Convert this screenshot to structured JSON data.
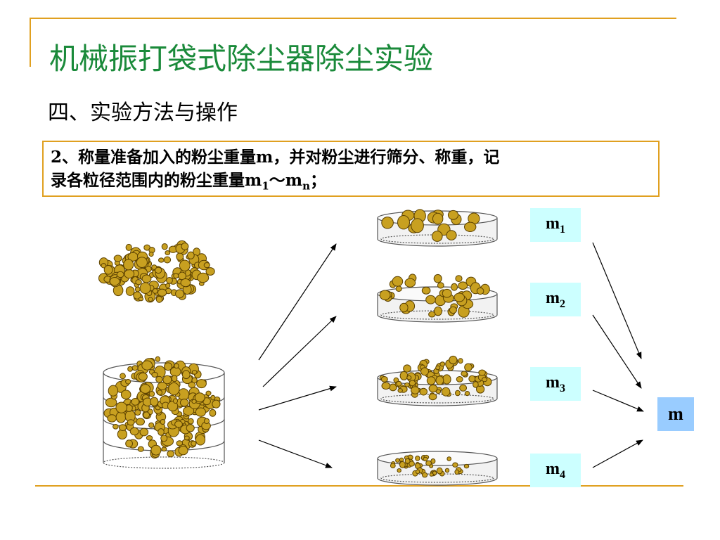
{
  "title": "机械振打袋式除尘器除尘实验",
  "section_heading": "四、实验方法与操作",
  "step_note": {
    "line1": "2、称量准备加入的粉尘重量m，并对粉尘进行筛分、称重，记",
    "line2_prefix": "录各粒径范围内的粉尘重量m",
    "line2_sub1": "1",
    "line2_mid": "～m",
    "line2_subn": "n",
    "line2_suffix": "；"
  },
  "fraction_labels": [
    {
      "base": "m",
      "sub": "1"
    },
    {
      "base": "m",
      "sub": "2"
    },
    {
      "base": "m",
      "sub": "3"
    },
    {
      "base": "m",
      "sub": "4"
    }
  ],
  "total_label": "m",
  "colors": {
    "title": "#1a8a3a",
    "frame": "#e0a020",
    "particle_fill": "#c8a020",
    "particle_stroke": "#5a4000",
    "label_bg": "#ccffff",
    "total_bg": "#99ccff"
  }
}
